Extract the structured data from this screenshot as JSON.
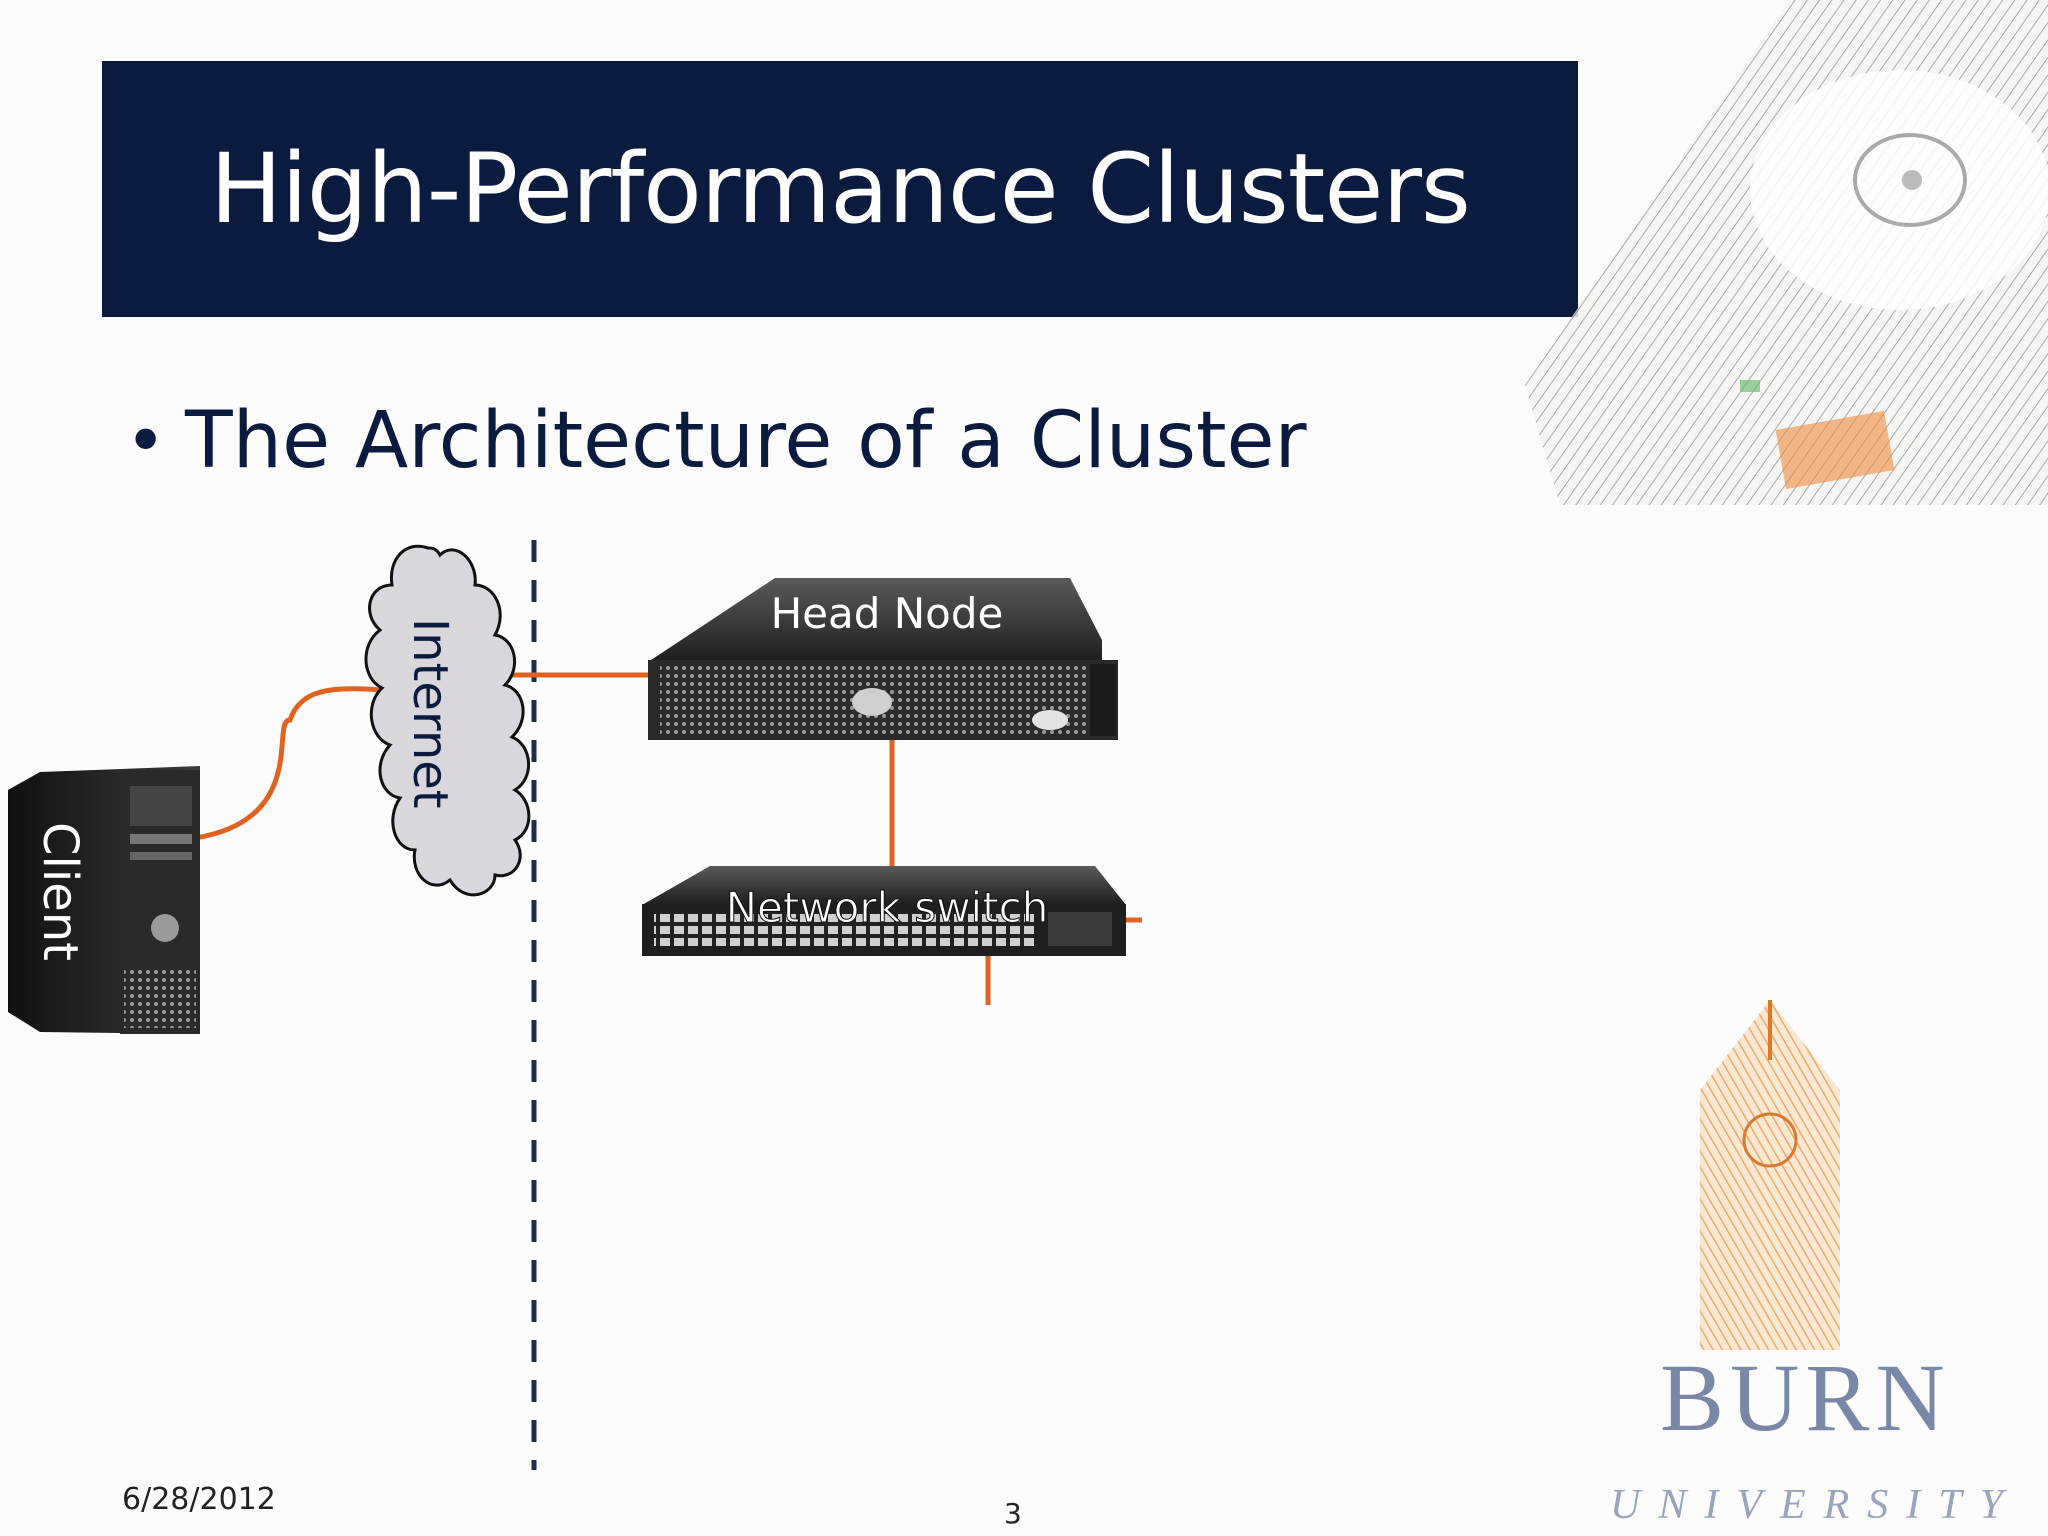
{
  "slide": {
    "title": "High-Performance Clusters",
    "bullet": "The Architecture of a Cluster",
    "date": "6/28/2012",
    "page_number": "3"
  },
  "diagram": {
    "client_label": "Client",
    "internet_label": "Internet",
    "head_node_label": "Head Node",
    "switch_label": "Network switch"
  },
  "logo": {
    "word1": "BURN",
    "word2": "UNIVERSITY"
  },
  "colors": {
    "title_band": "#0b1b3f",
    "link": "#e0621e",
    "divider": "#1f2b4d"
  }
}
